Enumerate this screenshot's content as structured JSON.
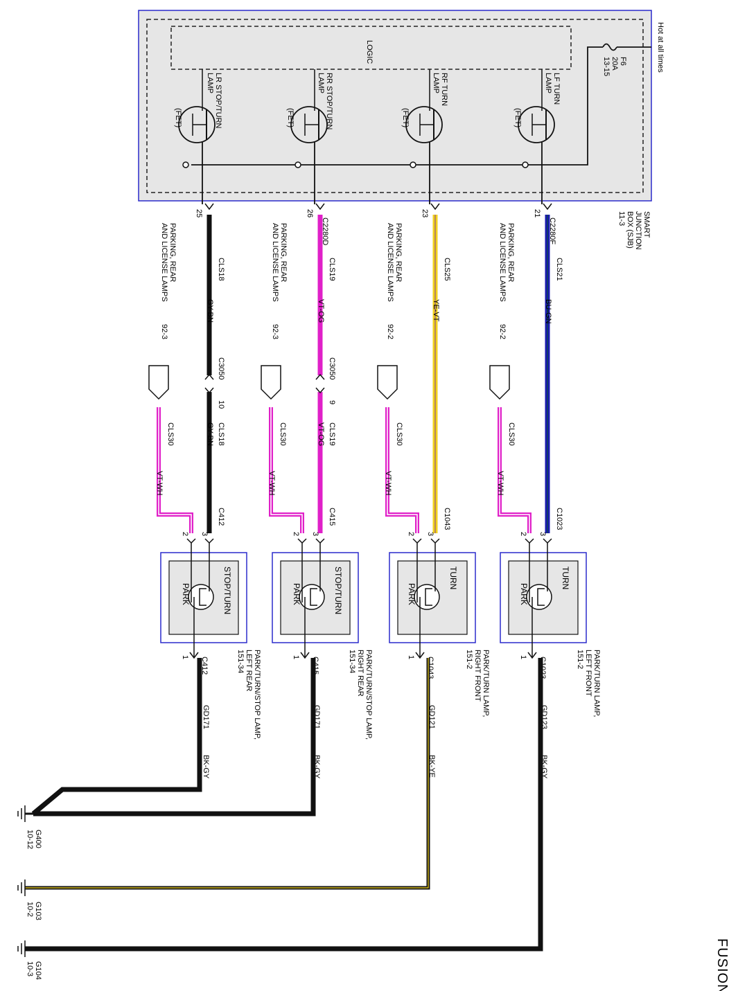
{
  "page_title": "FUSION",
  "sjb": {
    "logic_label": "LOGIC",
    "hot_label": "Hot at all times",
    "fuse_label": "F6",
    "fuse_rating": "20A",
    "fuse_ref": "13-15",
    "box_label_1": "SMART",
    "box_label_2": "JUNCTION",
    "box_label_3": "BOX (SJB)",
    "box_label_4": "11-3",
    "fet_label": "(FET)"
  },
  "circuits": [
    {
      "id": "lf",
      "output_line1": "LF TURN",
      "output_line2": "LAMP",
      "pin": "21",
      "connector": "C2280F",
      "wire_circuit": "CLS21",
      "wire_color": "BU-GN",
      "wire_hex": "#1a1ab0",
      "wire_stripe_hex": "#0a5a2a",
      "branch_line1": "PARKING, REAR",
      "branch_line2": "AND LICENSE LAMPS",
      "branch_ref": "92-2",
      "inline_connector": "",
      "park_circuit": "CLS30",
      "park_color": "VT-WH",
      "lamp_connector": "C1023",
      "pin_turn": "3",
      "pin_park": "2",
      "pin_ground": "1",
      "lamp_label_top": "TURN",
      "lamp_label_bottom": "PARK",
      "lamp_name_1": "PARK/TURN LAMP,",
      "lamp_name_2": "LEFT FRONT",
      "lamp_name_3": "151-2",
      "ground_connector": "C1023",
      "ground_circuit": "GD123",
      "ground_color": "BK-GY",
      "ground_id": "G104",
      "ground_ref": "10-3"
    },
    {
      "id": "rf",
      "output_line1": "RF TURN",
      "output_line2": "LAMP",
      "pin": "23",
      "connector": "",
      "wire_circuit": "CLS25",
      "wire_color": "YE-VT",
      "wire_hex": "#f2d21c",
      "wire_stripe_hex": "#7a3c9e",
      "branch_line1": "PARKING, REAR",
      "branch_line2": "AND LICENSE LAMPS",
      "branch_ref": "92-2",
      "inline_connector": "",
      "park_circuit": "CLS30",
      "park_color": "VT-WH",
      "lamp_connector": "C1043",
      "pin_turn": "3",
      "pin_park": "2",
      "pin_ground": "1",
      "lamp_label_top": "TURN",
      "lamp_label_bottom": "PARK",
      "lamp_name_1": "PARK/TURN LAMP,",
      "lamp_name_2": "RIGHT FRONT",
      "lamp_name_3": "151-2",
      "ground_connector": "C1043",
      "ground_circuit": "GD121",
      "ground_color": "BK-YE",
      "ground_id": "G103",
      "ground_ref": "10-2"
    },
    {
      "id": "rr",
      "output_line1": "RR STOP/TURN",
      "output_line2": "LAMP",
      "pin": "26",
      "connector": "C2280D",
      "wire_circuit": "CLS19",
      "wire_color": "VT-OG",
      "wire_hex": "#e020c8",
      "wire_stripe_hex": "#e07010",
      "branch_line1": "PARKING, REAR",
      "branch_line2": "AND LICENSE LAMPS",
      "branch_ref": "92-3",
      "inline_connector": "C3050",
      "inline_pin": "9",
      "park_circuit": "CLS30",
      "park_color": "VT-WH",
      "lamp_connector": "C415",
      "pin_turn": "3",
      "pin_park": "2",
      "pin_ground": "1",
      "lamp_label_top": "STOP/TURN",
      "lamp_label_bottom": "PARK",
      "lamp_name_1": "PARK/TURN/STOP LAMP,",
      "lamp_name_2": "RIGHT REAR",
      "lamp_name_3": "151-34",
      "ground_connector": "C415",
      "ground_circuit": "GD171",
      "ground_color": "BK-GY",
      "ground_id": "",
      "ground_ref": ""
    },
    {
      "id": "lr",
      "output_line1": "LR STOP/TURN",
      "output_line2": "LAMP",
      "pin": "25",
      "connector": "",
      "wire_circuit": "CLS18",
      "wire_color": "GY-BN",
      "wire_hex": "#111111",
      "wire_stripe_hex": "#333333",
      "branch_line1": "PARKING, REAR",
      "branch_line2": "AND LICENSE LAMPS",
      "branch_ref": "92-3",
      "inline_connector": "C3050",
      "inline_pin": "10",
      "park_circuit": "CLS30",
      "park_color": "VT-WH",
      "lamp_connector": "C412",
      "pin_turn": "3",
      "pin_park": "2",
      "pin_ground": "1",
      "lamp_label_top": "STOP/TURN",
      "lamp_label_bottom": "PARK",
      "lamp_name_1": "PARK/TURN/STOP LAMP,",
      "lamp_name_2": "LEFT REAR",
      "lamp_name_3": "151-34",
      "ground_connector": "C412",
      "ground_circuit": "GD171",
      "ground_color": "BK-GY",
      "ground_id": "G400",
      "ground_ref": "10-12"
    }
  ],
  "colors": {
    "box_outline": "#2a2acc",
    "box_fill": "#e6e6e6",
    "park_wire": "#e020c8",
    "ground_wire": "#111111"
  }
}
